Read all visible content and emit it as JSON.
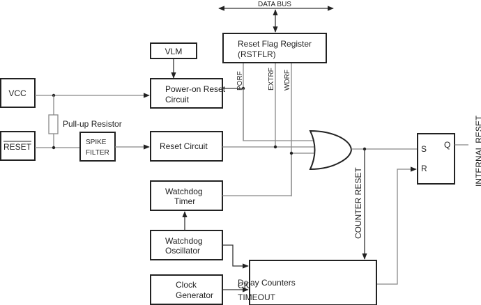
{
  "diagram": {
    "data_bus": "DATA BUS",
    "blocks": {
      "reset_flag_register": {
        "line1": "Reset Flag Register",
        "line2": "(RSTFLR)"
      },
      "vlm": "VLM",
      "vcc": "VCC",
      "reset_pin": "RESET",
      "power_on_reset": {
        "line1": "Power-on Reset",
        "line2": "Circuit"
      },
      "spike_filter": {
        "line1": "SPIKE",
        "line2": "FILTER"
      },
      "reset_circuit": "Reset Circuit",
      "watchdog_timer": {
        "line1": "Watchdog",
        "line2": "Timer"
      },
      "watchdog_oscillator": {
        "line1": "Watchdog",
        "line2": "Oscillator"
      },
      "clock_generator": {
        "line1": "Clock",
        "line2": "Generator"
      },
      "delay_counters": {
        "line1": "Delay Counters",
        "ck": "CK",
        "timeout": "TIMEOUT"
      },
      "flip_flop": {
        "s": "S",
        "r": "R",
        "q": "Q"
      }
    },
    "labels": {
      "pull_up_resistor": "Pull-up Resistor",
      "porf": "PORF",
      "extrf": "EXTRF",
      "wdrf": "WDRF",
      "counter_reset": "COUNTER RESET",
      "internal_reset": "INTERNAL   RESET"
    }
  }
}
